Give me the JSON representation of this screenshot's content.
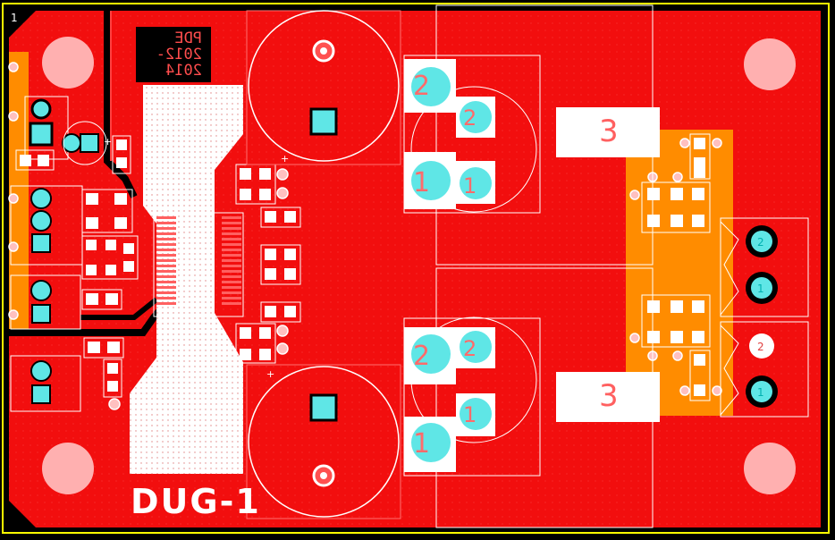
{
  "board": {
    "name": "DUG-1",
    "mirrored_text": [
      "PDE",
      "2012-",
      "2014"
    ],
    "corner_mark": "1",
    "colors": {
      "background": "#000000",
      "copper": "#f20e0e",
      "pour": "#ff8c00",
      "silk": "#ffffff",
      "pad": "#5fe6e6",
      "hole_outline": "#ffffff",
      "mount_hole": "#ffb0b0",
      "outline": "#ffff00"
    }
  },
  "labels": {
    "q_top_pins": [
      "2",
      "2",
      "1",
      "1"
    ],
    "q_bot_pins": [
      "2",
      "2",
      "1",
      "1"
    ],
    "tab_top": "3",
    "tab_bot": "3",
    "conn_top": [
      "2",
      "1"
    ],
    "conn_bot": [
      "2",
      "1"
    ],
    "plus_marks": [
      "+",
      "+",
      "+"
    ]
  }
}
